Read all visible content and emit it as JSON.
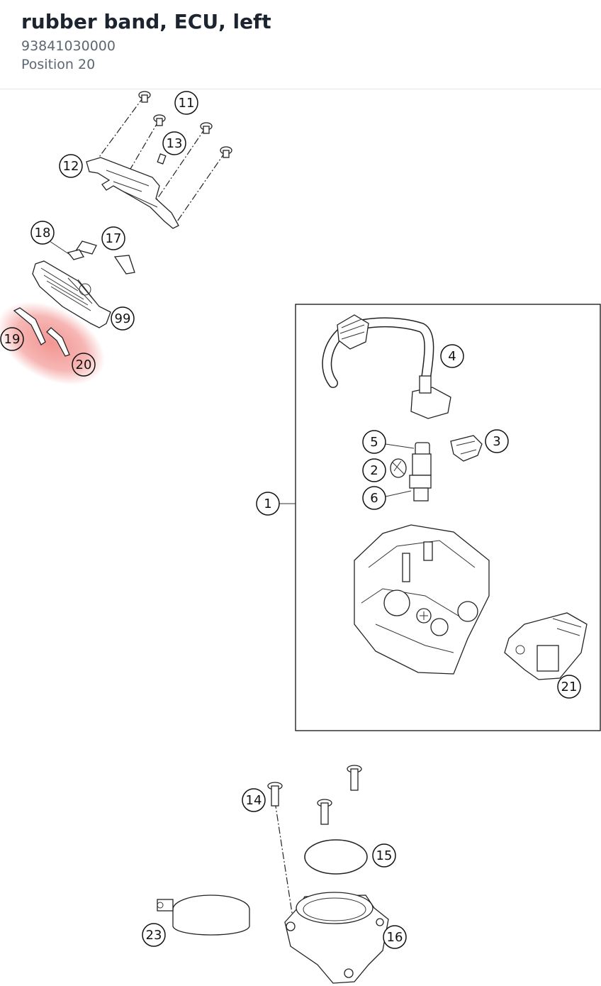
{
  "header": {
    "title": "rubber band, ECU, left",
    "part_number": "93841030000",
    "position_label": "Position 20"
  },
  "diagram": {
    "highlight_color": "#e8403a",
    "selected_position": "20",
    "callouts": [
      "1",
      "2",
      "3",
      "4",
      "5",
      "6",
      "11",
      "12",
      "13",
      "14",
      "15",
      "16",
      "17",
      "18",
      "19",
      "20",
      "21",
      "23",
      "99"
    ]
  }
}
